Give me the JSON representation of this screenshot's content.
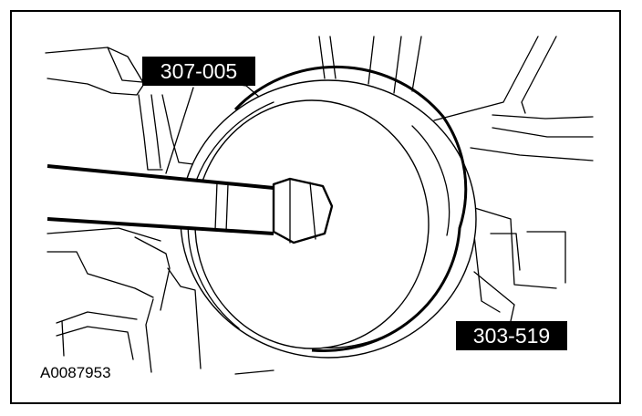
{
  "figure": {
    "id_label": "A0087953",
    "callouts": [
      {
        "key": "tool_307_005",
        "label": "307-005"
      },
      {
        "key": "tool_303_519",
        "label": "303-519"
      }
    ],
    "colors": {
      "ink": "#000000",
      "paper": "#ffffff",
      "callout_bg": "#000000",
      "callout_text": "#ffffff"
    }
  }
}
